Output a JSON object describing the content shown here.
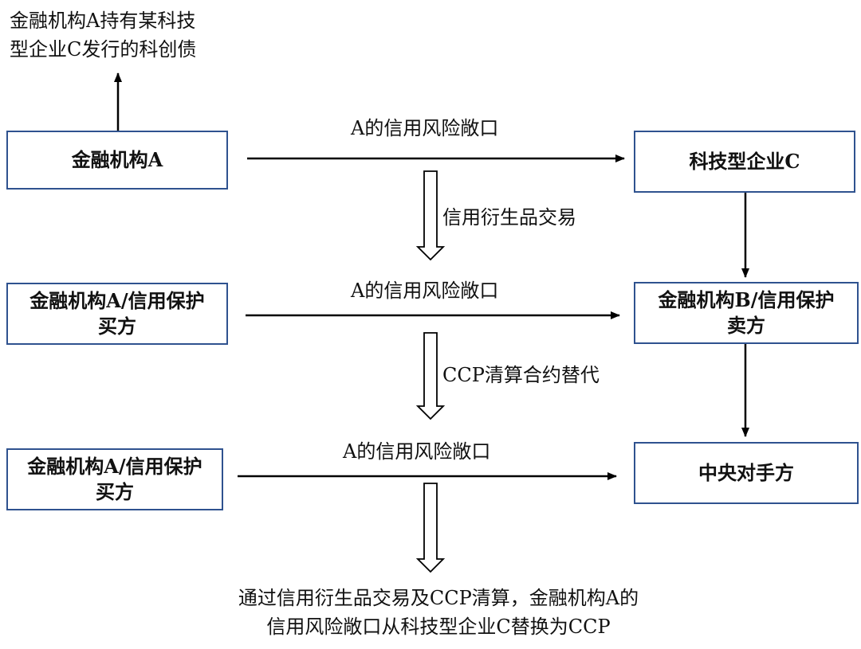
{
  "top_note": [
    "金融机构A持有某科技",
    "型企业C发行的科创债"
  ],
  "rows": [
    {
      "left_lines": [
        "金融机构A"
      ],
      "right_lines": [
        "科技型企业C"
      ],
      "arrow_label": "A的信用风险敞口"
    },
    {
      "left_lines": [
        "金融机构A/信用保护",
        "买方"
      ],
      "right_lines": [
        "金融机构B/信用保护",
        "卖方"
      ],
      "arrow_label": "A的信用风险敞口"
    },
    {
      "left_lines": [
        "金融机构A/信用保护",
        "买方"
      ],
      "right_lines": [
        "中央对手方"
      ],
      "arrow_label": "A的信用风险敞口"
    }
  ],
  "transitions": [
    "信用衍生品交易",
    "CCP清算合约替代"
  ],
  "conclusion": [
    "通过信用衍生品交易及CCP清算，金融机构A的",
    "信用风险敞口从科技型企业C替换为CCP"
  ]
}
